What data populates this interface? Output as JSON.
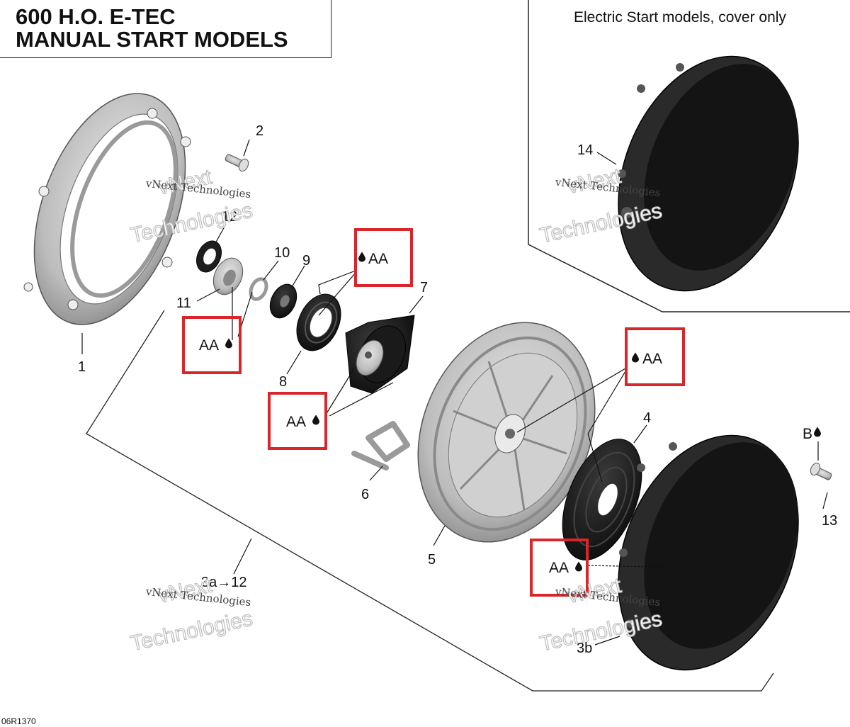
{
  "title": {
    "line1": "600 H.O. E-TEC",
    "line2": "MANUAL START MODELS"
  },
  "inset": {
    "label": "Electric Start models, cover only"
  },
  "watermark": {
    "line1": "vNext Technologies",
    "line2a": "vNext",
    "line2b": "Technologies"
  },
  "callouts": {
    "p1": "1",
    "p2": "2",
    "p3": "3a→12",
    "p3b": "3b",
    "p4": "4",
    "p5": "5",
    "p6": "6",
    "p7": "7",
    "p8": "8",
    "p9": "9",
    "p10": "10",
    "p11": "11",
    "p12": "12",
    "p13": "13",
    "p14": "14"
  },
  "lubricant": {
    "code": "AA",
    "bolt_code": "B"
  },
  "reference": "06R1370",
  "colors": {
    "highlight": "#d9262a",
    "line": "#111111",
    "metal": "#c9c9c9",
    "dark": "#1c1c1c"
  }
}
